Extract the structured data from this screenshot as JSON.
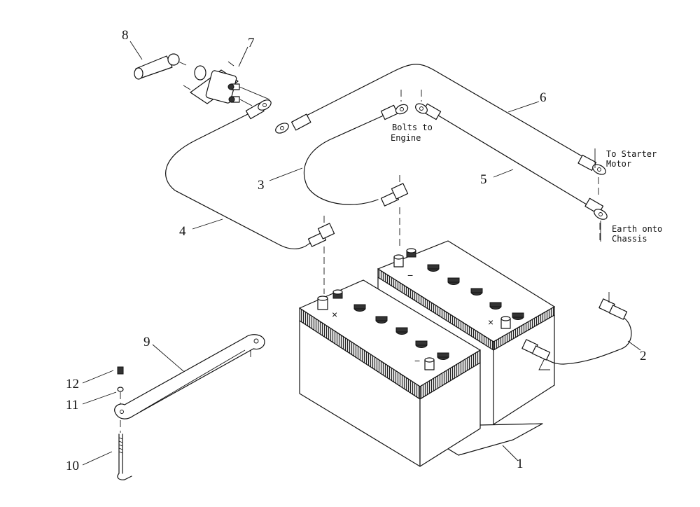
{
  "callouts": [
    "1",
    "2",
    "3",
    "4",
    "5",
    "6",
    "7",
    "8",
    "9",
    "10",
    "11",
    "12"
  ],
  "notes": {
    "bolts_line1": "Bolts to",
    "bolts_line2": "Engine",
    "starter_line1": "To Starter",
    "starter_line2": "Motor",
    "earth_line1": "Earth onto",
    "earth_line2": "Chassis"
  },
  "terminal_marks": {
    "negative": "−",
    "positive": "×"
  },
  "colors": {
    "ink": "#111111",
    "paper": "#ffffff"
  }
}
